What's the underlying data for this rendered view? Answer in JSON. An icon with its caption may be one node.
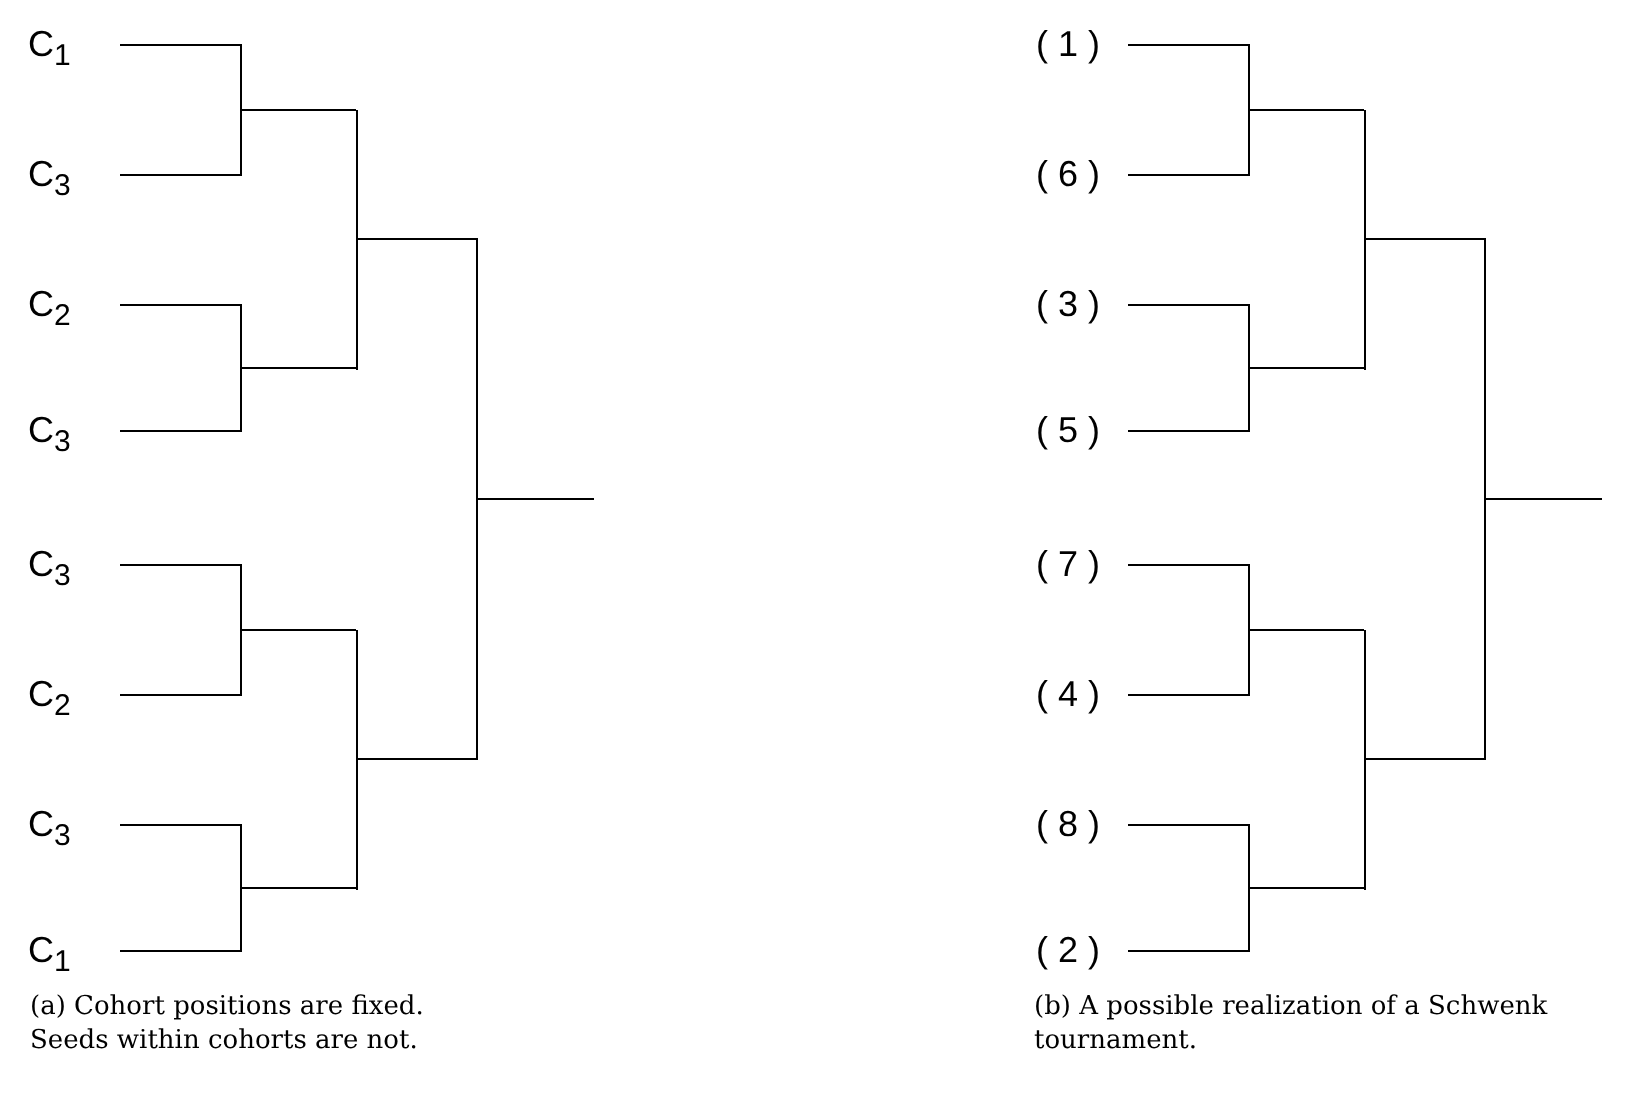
{
  "diagram": {
    "nodes": [
      {
        "text": [
          "C$_{1}$"
        ]
      },
      {
        "text": [
          "C$_{3}$"
        ]
      },
      {
        "text": [
          "C$_{2}$"
        ]
      },
      {
        "text": [
          "C$_{3}$"
        ]
      },
      {
        "text": [
          "C$_{3}$"
        ]
      },
      {
        "text": [
          "C$_{2}$"
        ]
      },
      {
        "text": [
          "C$_{3}$"
        ]
      },
      {
        "text": [
          "C$_{1}$"
        ]
      },
      {
        "text": [],
        "shape": "bar"
      },
      {
        "text": [],
        "shape": "bar"
      },
      {
        "text": [],
        "shape": "bar"
      },
      {
        "text": [],
        "shape": "bar"
      },
      {
        "text": [],
        "shape": "bar"
      },
      {
        "text": [],
        "shape": "bar"
      },
      {
        "text": [],
        "shape": "bar"
      },
      {
        "text": [
          "( 1 )"
        ]
      },
      {
        "text": [
          "( 6 )"
        ]
      },
      {
        "text": [
          "( 3 )"
        ]
      },
      {
        "text": [
          "( 5 )"
        ]
      },
      {
        "text": [
          "( 7 )"
        ]
      },
      {
        "text": [
          "( 4 )"
        ]
      },
      {
        "text": [
          "( 8 )"
        ]
      },
      {
        "text": [
          "( 2 )"
        ]
      },
      {
        "text": [],
        "shape": "bar"
      },
      {
        "text": [],
        "shape": "bar"
      },
      {
        "text": [],
        "shape": "bar"
      },
      {
        "text": [],
        "shape": "bar"
      },
      {
        "text": [],
        "shape": "bar"
      },
      {
        "text": [],
        "shape": "bar"
      },
      {
        "text": [],
        "shape": "bar"
      }
    ],
    "edges": [
      {
        "from": 0,
        "to": 8,
        "arrow": "none"
      },
      {
        "from": 1,
        "to": 8,
        "arrow": "none"
      },
      {
        "from": 2,
        "to": 9,
        "arrow": "none"
      },
      {
        "from": 3,
        "to": 9,
        "arrow": "none"
      },
      {
        "from": 4,
        "to": 10,
        "arrow": "none"
      },
      {
        "from": 5,
        "to": 10,
        "arrow": "none"
      },
      {
        "from": 6,
        "to": 11,
        "arrow": "none"
      },
      {
        "from": 7,
        "to": 11,
        "arrow": "none"
      },
      {
        "from": 8,
        "to": 12,
        "arrow": "none"
      },
      {
        "from": 9,
        "to": 12,
        "arrow": "none"
      },
      {
        "from": 10,
        "to": 13,
        "arrow": "none"
      },
      {
        "from": 11,
        "to": 13,
        "arrow": "none"
      },
      {
        "from": 12,
        "to": 14,
        "arrow": "none"
      },
      {
        "from": 13,
        "to": 14,
        "arrow": "none"
      },
      {
        "from": 14,
        "to": null,
        "arrow": "none"
      },
      {
        "from": 15,
        "to": 23,
        "arrow": "none"
      },
      {
        "from": 16,
        "to": 23,
        "arrow": "none"
      },
      {
        "from": 17,
        "to": 24,
        "arrow": "none"
      },
      {
        "from": 18,
        "to": 24,
        "arrow": "none"
      },
      {
        "from": 19,
        "to": 25,
        "arrow": "none"
      },
      {
        "from": 20,
        "to": 25,
        "arrow": "none"
      },
      {
        "from": 21,
        "to": 26,
        "arrow": "none"
      },
      {
        "from": 22,
        "to": 26,
        "arrow": "none"
      },
      {
        "from": 23,
        "to": 27,
        "arrow": "none"
      },
      {
        "from": 24,
        "to": 27,
        "arrow": "none"
      },
      {
        "from": 25,
        "to": 28,
        "arrow": "none"
      },
      {
        "from": 26,
        "to": 28,
        "arrow": "none"
      },
      {
        "from": 27,
        "to": 29,
        "arrow": "none"
      },
      {
        "from": 28,
        "to": 29,
        "arrow": "none"
      },
      {
        "from": 29,
        "to": null,
        "arrow": "none"
      }
    ],
    "labels": [
      "(a) Cohort positions are fixed. Seeds within cohorts are not.",
      "(b) A possible realization of a Schwenk tournament."
    ]
  }
}
